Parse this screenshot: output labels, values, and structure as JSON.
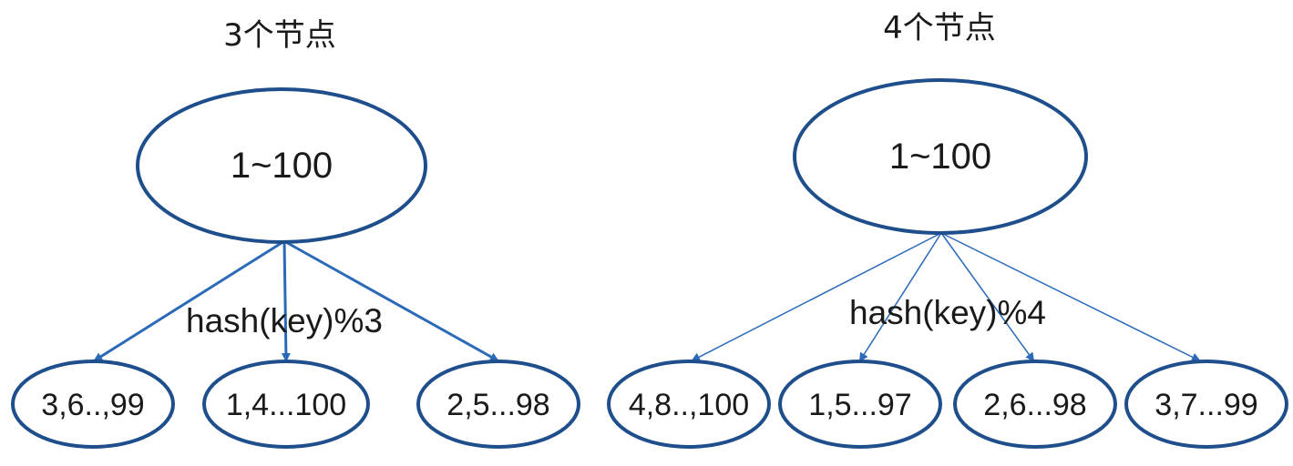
{
  "colors": {
    "node_stroke": "#1f4e8c",
    "edge": "#2a6ab8"
  },
  "left": {
    "title": "3个节点",
    "root": "1~100",
    "hash": "hash(key)%3",
    "leaves": [
      "3,6..,99",
      "1,4...100",
      "2,5...98"
    ]
  },
  "right": {
    "title": "4个节点",
    "root": "1~100",
    "hash": "hash(key)%4",
    "leaves": [
      "4,8..,100",
      "1,5...97",
      "2,6...98",
      "3,7...99"
    ]
  }
}
